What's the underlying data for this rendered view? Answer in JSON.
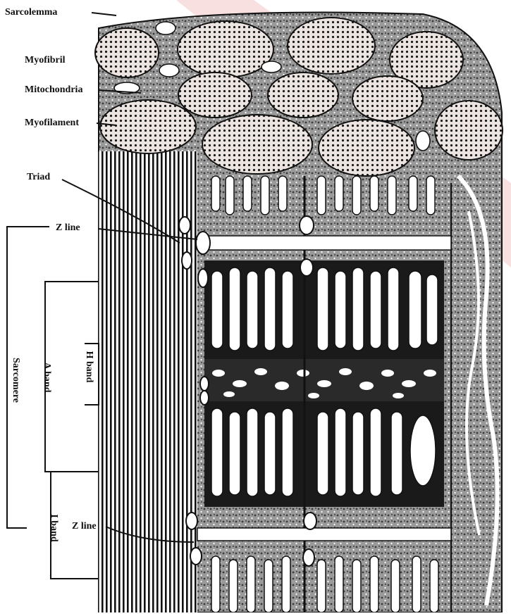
{
  "figure": {
    "labels": {
      "sarcolemma": "Sarcolemma",
      "myofibril": "Myofibril",
      "mitochondria": "Mitochondria",
      "myofilament": "Myofilament",
      "triad": "Triad",
      "z_line_top": "Z line",
      "z_line_bottom": "Z line",
      "sarcomere": "Sarcomere",
      "a_band": "A band",
      "h_band": "H band",
      "i_band": "I band"
    },
    "colors": {
      "ink": "#111111",
      "watermark": "#f3c6c6",
      "fibril_fill": "#ece4e1",
      "dot": "#1a1a1a"
    }
  }
}
